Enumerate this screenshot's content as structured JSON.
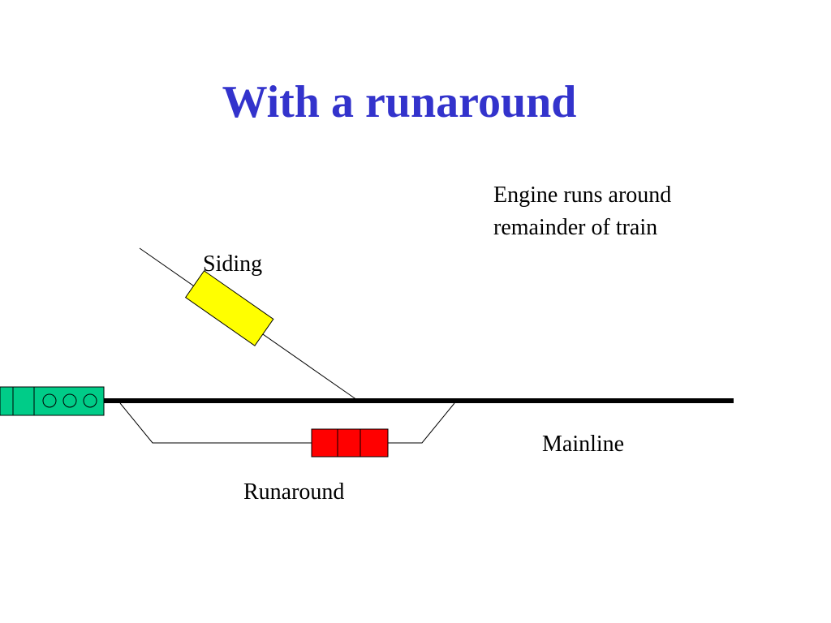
{
  "slide": {
    "title": "With a runaround"
  },
  "diagram": {
    "labels": {
      "siding": "Siding",
      "mainline": "Mainline",
      "runaround": "Runaround",
      "note_line1": "Engine runs around",
      "note_line2": "remainder of train"
    },
    "colors": {
      "title": "#3333cc",
      "siding_car": "#ffff00",
      "runaround_cars": "#ff0000",
      "engine": "#00cc88",
      "track": "#000000"
    },
    "icons": {
      "engine": "engine-icon",
      "siding_car": "freight-car-icon",
      "runaround_cars": "freight-cars-icon"
    }
  }
}
